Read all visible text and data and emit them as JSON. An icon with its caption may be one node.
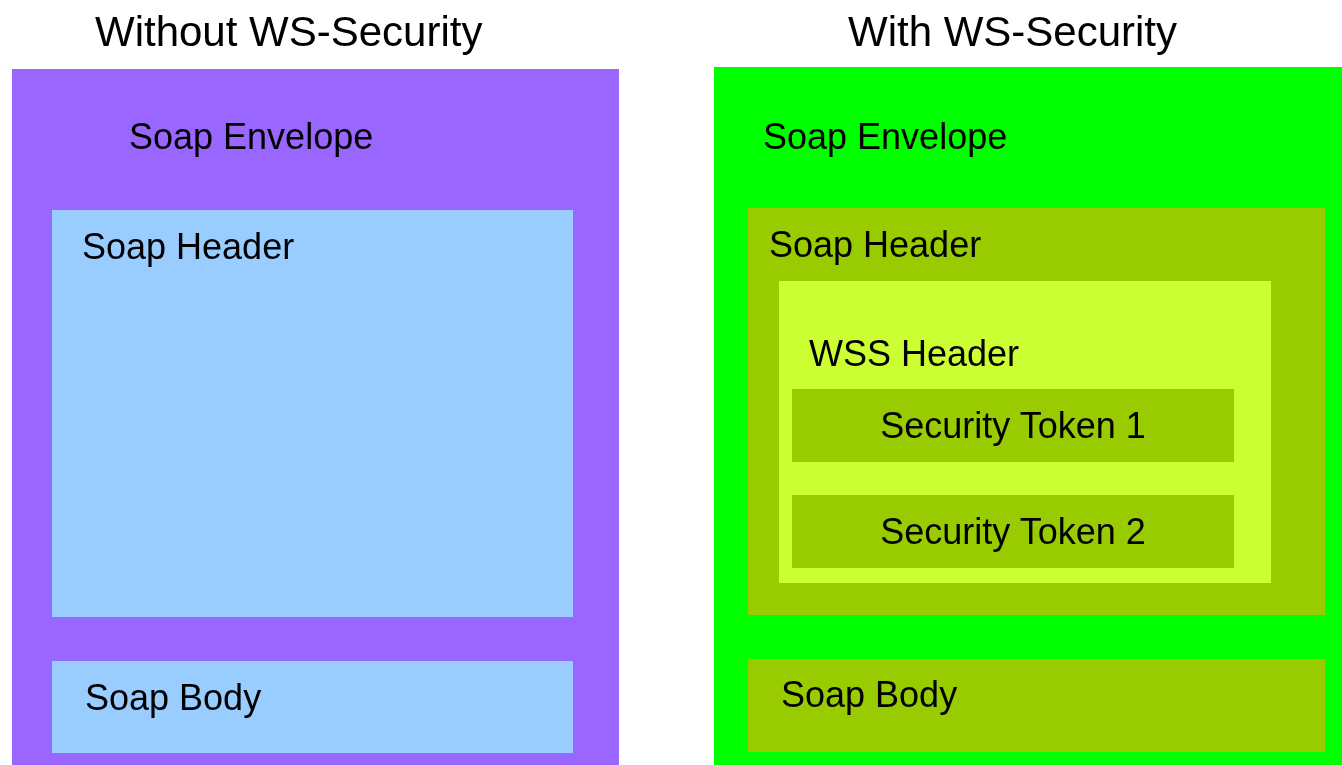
{
  "diagram": {
    "nodes": [
      {
        "text": [
          "Soap Envelope"
        ]
      },
      {
        "text": [
          "Soap Header"
        ],
        "in": 0
      },
      {
        "text": [
          "Soap Body"
        ],
        "in": 0
      },
      {
        "text": [
          "Soap Envelope"
        ]
      },
      {
        "text": [
          "Soap Header"
        ],
        "in": 3
      },
      {
        "text": [
          "WSS Header"
        ],
        "in": 4
      },
      {
        "text": [
          "Security Token 1"
        ],
        "in": 5
      },
      {
        "text": [
          "Security Token 2"
        ],
        "in": 5
      },
      {
        "text": [
          "Soap Body"
        ],
        "in": 3
      }
    ],
    "labels": [
      "Without WS-Security",
      "With WS-Security"
    ]
  }
}
